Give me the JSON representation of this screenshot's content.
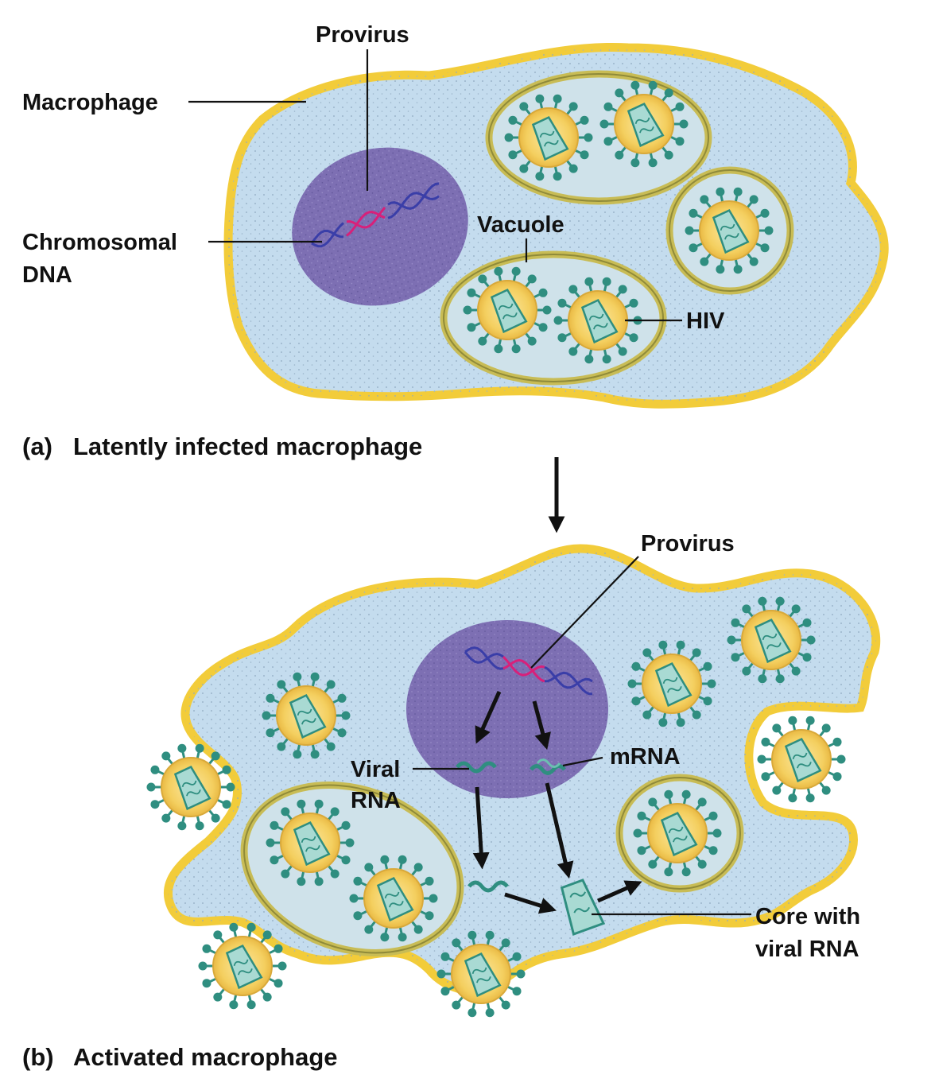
{
  "panel_a": {
    "caption_letter": "(a)",
    "caption_text": "Latently infected macrophage",
    "labels": {
      "provirus": "Provirus",
      "macrophage": "Macrophage",
      "chromosomal_dna_line1": "Chromosomal",
      "chromosomal_dna_line2": "DNA",
      "vacuole": "Vacuole",
      "hiv": "HIV"
    }
  },
  "panel_b": {
    "caption_letter": "(b)",
    "caption_text": "Activated macrophage",
    "labels": {
      "provirus": "Provirus",
      "viral_rna_line1": "Viral",
      "viral_rna_line2": "RNA",
      "mrna": "mRNA",
      "core_line1": "Core with",
      "core_line2": "viral RNA"
    }
  },
  "colors": {
    "cytoplasm": "#c4dcee",
    "membrane": "#f2cc3a",
    "membrane_dark": "#a89a3c",
    "nucleus": "#7d6fb3",
    "virion_fill": "#f6d46a",
    "virion_spike": "#2f8e80",
    "capsid": "#a9dad3",
    "dna_blue": "#3a3ea8",
    "dna_pink": "#d8207a"
  }
}
